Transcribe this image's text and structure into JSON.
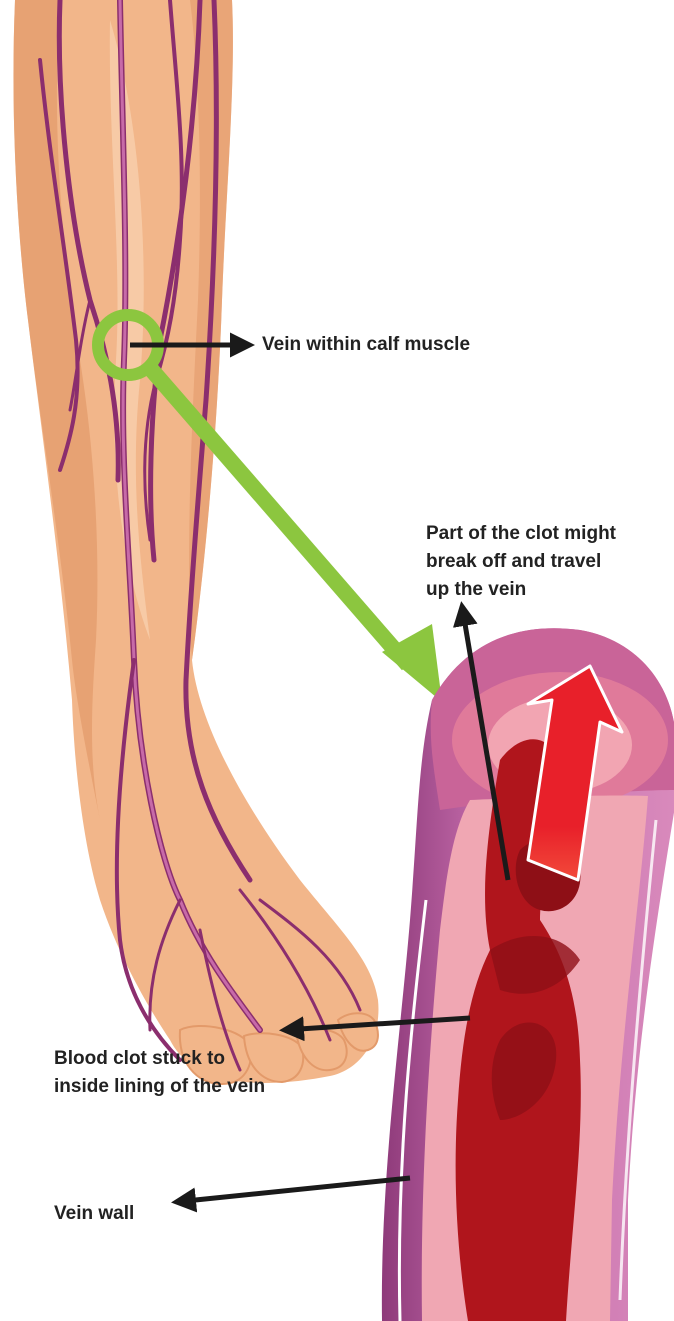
{
  "labels": {
    "calf_vein": "Vein within calf muscle",
    "clot_travel": [
      "Part of the clot might",
      "break off and travel",
      "up the vein"
    ],
    "blood_clot": [
      "Blood clot stuck to",
      "inside lining of the vein"
    ],
    "vein_wall": "Vein wall"
  },
  "colors": {
    "skin": "#F2B68A",
    "skin_shadow": "#E39A6A",
    "vein_purple": "#8B2E6E",
    "highlight_green": "#8CC63F",
    "vein_wall_outer": "#C36BAA",
    "vein_lining": "#F0A7B3",
    "blood": "#B0151C",
    "flow_arrow": "#E8202A",
    "pointer": "#1A1A1A"
  }
}
